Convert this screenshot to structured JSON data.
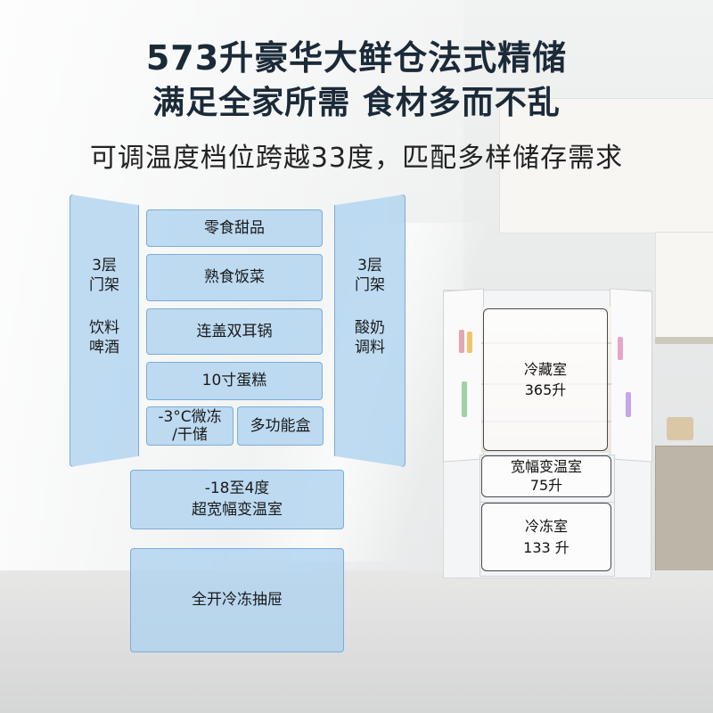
{
  "header": {
    "title_line1": "573升豪华大鲜仓法式精储",
    "title_line2": "满足全家所需 食材多而不乱",
    "subtitle": "可调温度档位跨越33度，匹配多样储存需求"
  },
  "left_door": {
    "line1": "3层",
    "line2": "门架",
    "line3": "饮料",
    "line4": "啤酒"
  },
  "right_door": {
    "line1": "3层",
    "line2": "门架",
    "line3": "酸奶",
    "line4": "调料"
  },
  "fridge_zones": {
    "snacks": "零食甜品",
    "cooked": "熟食饭菜",
    "pot": "连盖双耳锅",
    "cake": "10寸蛋糕",
    "micro_freeze_line1": "-3°C微冻",
    "micro_freeze_line2": "/干储",
    "multi_box": "多功能盒"
  },
  "variable_zone": {
    "range": "-18至4度",
    "name": "超宽幅变温室"
  },
  "freezer_zone": {
    "name": "全开冷冻抽屉"
  },
  "fridge_labels": {
    "fridge_name": "冷藏室",
    "fridge_volume": "365升",
    "variable_name": "宽幅变温室",
    "variable_volume": "75升",
    "freezer_name": "冷冻室",
    "freezer_volume": "133 升"
  }
}
